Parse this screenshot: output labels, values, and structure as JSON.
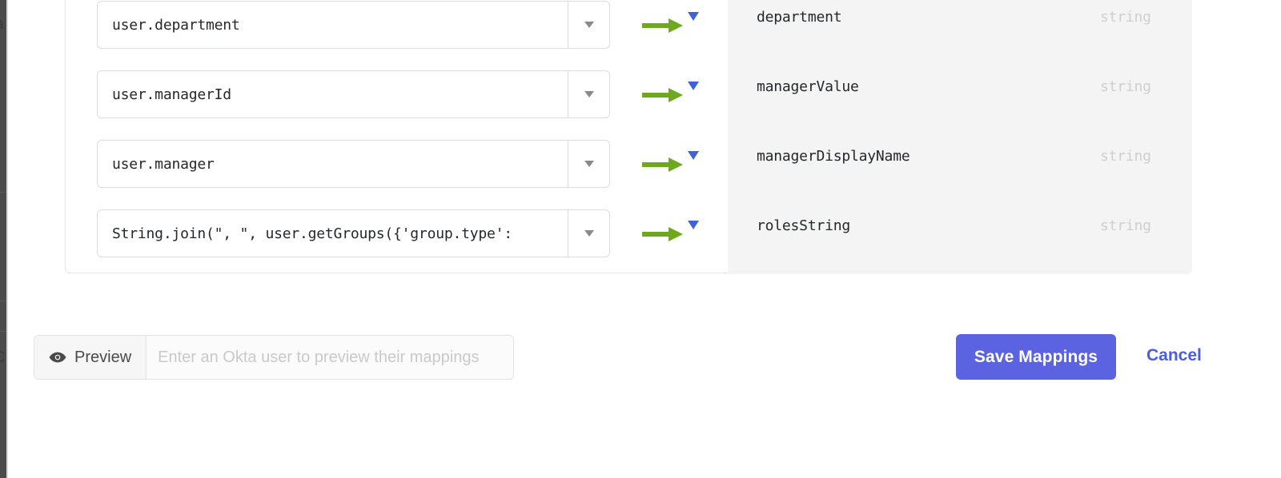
{
  "chrome": {
    "left_glyph_top": "a",
    "left_glyph_bottom": "C"
  },
  "mapping_card": {
    "rows": [
      {
        "expression": "user.department",
        "dropdown_icon": "chevron-down-icon",
        "arrow_icon": "arrow-right-icon",
        "row_menu_icon": "caret-down-icon",
        "attribute": "department",
        "type": "string"
      },
      {
        "expression": "user.managerId",
        "dropdown_icon": "chevron-down-icon",
        "arrow_icon": "arrow-right-icon",
        "row_menu_icon": "caret-down-icon",
        "attribute": "managerValue",
        "type": "string"
      },
      {
        "expression": "user.manager",
        "dropdown_icon": "chevron-down-icon",
        "arrow_icon": "arrow-right-icon",
        "row_menu_icon": "caret-down-icon",
        "attribute": "managerDisplayName",
        "type": "string"
      },
      {
        "expression": "String.join(\", \", user.getGroups({'group.type':",
        "dropdown_icon": "chevron-down-icon",
        "arrow_icon": "arrow-right-icon",
        "row_menu_icon": "caret-down-icon",
        "attribute": "rolesString",
        "type": "string"
      }
    ]
  },
  "footer": {
    "preview_label": "Preview",
    "preview_icon": "eye-icon",
    "preview_value": "",
    "preview_placeholder": "Enter an Okta user to preview their mappings",
    "save_label": "Save Mappings",
    "cancel_label": "Cancel"
  },
  "colors": {
    "accent_blue": "#5b63e0",
    "link_blue": "#4c5ce0",
    "arrow_green": "#6ea81e",
    "row_menu_blue": "#3f62d9",
    "panel_gray": "#f4f4f4",
    "type_text_gray": "#cfcfcf"
  }
}
